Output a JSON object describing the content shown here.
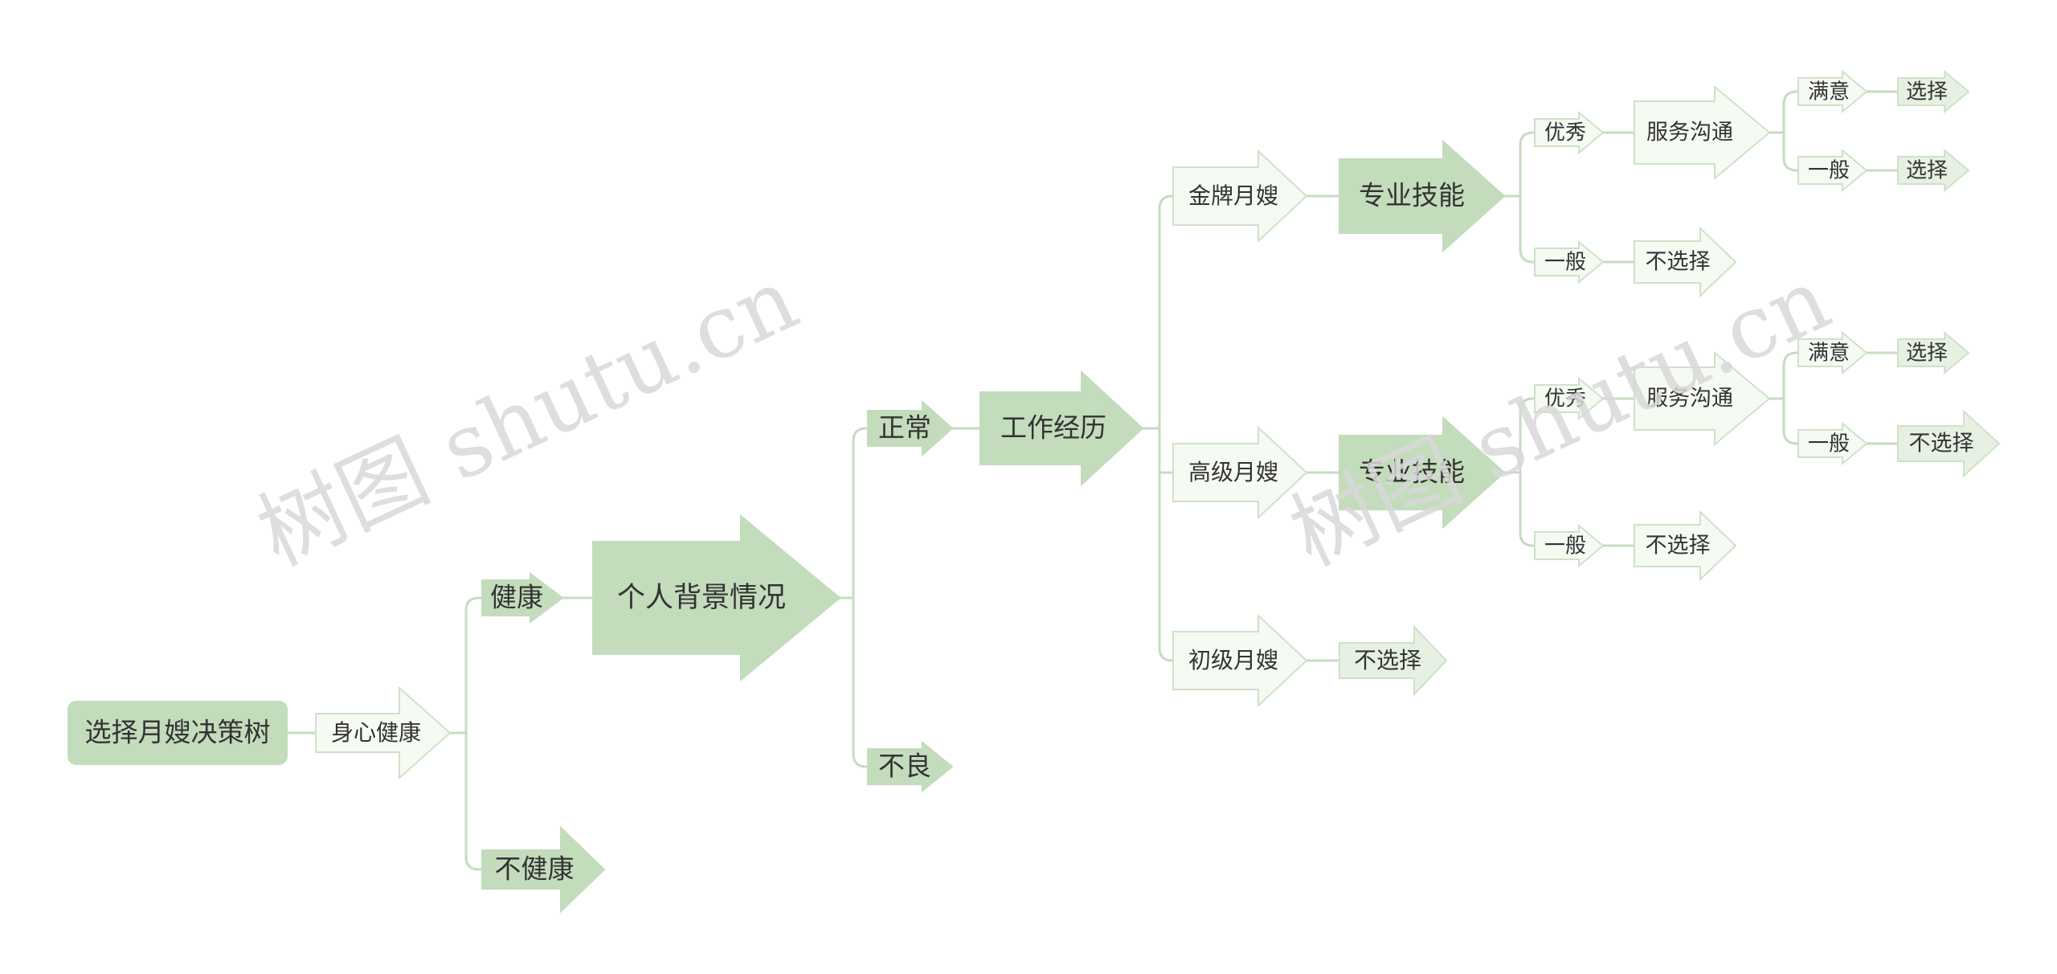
{
  "nodes": {
    "root": "选择月嫂决策树",
    "health": "身心健康",
    "healthy": "健康",
    "unhealthy": "不健康",
    "background": "个人背景情况",
    "normal": "正常",
    "bad": "不良",
    "work": "工作经历",
    "gold": "金牌月嫂",
    "senior": "高级月嫂",
    "junior": "初级月嫂",
    "skill_gold": "专业技能",
    "skill_senior": "专业技能",
    "junior_result": "不选择",
    "gold_excellent": "优秀",
    "gold_average": "一般",
    "gold_service": "服务沟通",
    "gold_average_result": "不选择",
    "gold_satisfied": "满意",
    "gold_satisfied_result": "选择",
    "gold_service_average": "一般",
    "gold_service_average_result": "选择",
    "senior_excellent": "优秀",
    "senior_average": "一般",
    "senior_service": "服务沟通",
    "senior_average_result": "不选择",
    "senior_satisfied": "满意",
    "senior_satisfied_result": "选择",
    "senior_service_average": "一般",
    "senior_service_average_result": "不选择"
  },
  "watermarks": [
    "树图 shutu.cn",
    "树图 shutu.cn"
  ]
}
